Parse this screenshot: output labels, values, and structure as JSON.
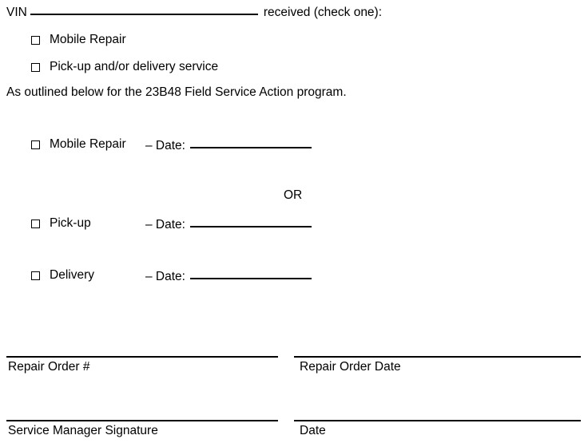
{
  "document": {
    "type": "service-acknowledgement-form",
    "program_code": "23B48"
  },
  "header": {
    "vin_label": "VIN",
    "vin_blank": "",
    "received_text": "received (check one):"
  },
  "service_type_options": [
    {
      "label": "Mobile Repair",
      "checked": false
    },
    {
      "label": "Pick-up and/or delivery service",
      "checked": false
    }
  ],
  "statement": {
    "text": "As outlined below for the 23B48 Field Service Action program."
  },
  "scheduling": {
    "or_separator": "OR",
    "date_word": "– Date:",
    "rows": [
      {
        "label": "Mobile Repair",
        "date_word": "– Date:",
        "date_value": "",
        "checked": false,
        "inline_date": true
      },
      {
        "label": "Pick-up",
        "date_word": "– Date:",
        "date_value": "",
        "checked": false,
        "inline_date": false
      },
      {
        "label": "Delivery",
        "date_word": "– Date:",
        "date_value": "",
        "checked": false,
        "inline_date": false
      }
    ]
  },
  "signature_block": {
    "fields": [
      {
        "label": "Repair Order #",
        "value": ""
      },
      {
        "label": "Repair Order Date",
        "value": ""
      },
      {
        "label": "Service Manager Signature",
        "value": ""
      },
      {
        "label": "Date",
        "value": ""
      }
    ]
  }
}
